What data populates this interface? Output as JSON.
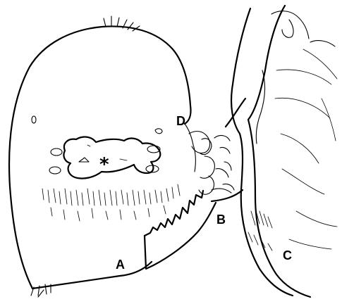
{
  "labels": {
    "a": "A",
    "b": "B",
    "c": "C",
    "d": "D",
    "star": "*"
  },
  "colors": {
    "ink": "#000000",
    "background": "#ffffff"
  }
}
